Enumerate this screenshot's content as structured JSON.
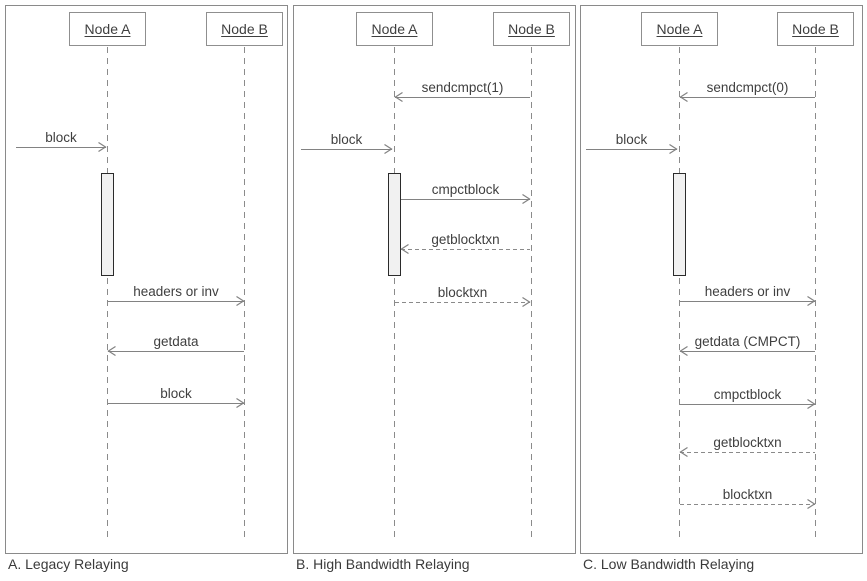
{
  "colors": {
    "line": "#828282",
    "text": "#3f3f3f",
    "panel_border": "#8a8a8a",
    "node_border": "#8f8f8f",
    "activation_fill": "#f1f1f1",
    "activation_border": "#2b2b2b",
    "background": "#ffffff"
  },
  "panels": [
    {
      "caption": "A. Legacy Relaying",
      "nodes": {
        "a": "Node A",
        "b": "Node B"
      },
      "messages": [
        {
          "label": "block",
          "from": "external",
          "to": "Node A",
          "style": "solid"
        },
        {
          "label": "headers or inv",
          "from": "Node A",
          "to": "Node B",
          "style": "solid"
        },
        {
          "label": "getdata",
          "from": "Node B",
          "to": "Node A",
          "style": "solid"
        },
        {
          "label": "block",
          "from": "Node A",
          "to": "Node B",
          "style": "solid"
        }
      ]
    },
    {
      "caption": "B. High Bandwidth Relaying",
      "nodes": {
        "a": "Node A",
        "b": "Node B"
      },
      "messages": [
        {
          "label": "sendcmpct(1)",
          "from": "Node B",
          "to": "Node A",
          "style": "solid"
        },
        {
          "label": "block",
          "from": "external",
          "to": "Node A",
          "style": "solid"
        },
        {
          "label": "cmpctblock",
          "from": "Node A",
          "to": "Node B",
          "style": "solid"
        },
        {
          "label": "getblocktxn",
          "from": "Node B",
          "to": "Node A",
          "style": "dashed"
        },
        {
          "label": "blocktxn",
          "from": "Node A",
          "to": "Node B",
          "style": "dashed"
        }
      ]
    },
    {
      "caption": "C. Low Bandwidth Relaying",
      "nodes": {
        "a": "Node A",
        "b": "Node B"
      },
      "messages": [
        {
          "label": "sendcmpct(0)",
          "from": "Node B",
          "to": "Node A",
          "style": "solid"
        },
        {
          "label": "block",
          "from": "external",
          "to": "Node A",
          "style": "solid"
        },
        {
          "label": "headers or inv",
          "from": "Node A",
          "to": "Node B",
          "style": "solid"
        },
        {
          "label": "getdata (CMPCT)",
          "from": "Node B",
          "to": "Node A",
          "style": "solid"
        },
        {
          "label": "cmpctblock",
          "from": "Node A",
          "to": "Node B",
          "style": "solid"
        },
        {
          "label": "getblocktxn",
          "from": "Node B",
          "to": "Node A",
          "style": "dashed"
        },
        {
          "label": "blocktxn",
          "from": "Node A",
          "to": "Node B",
          "style": "dashed"
        }
      ]
    }
  ]
}
